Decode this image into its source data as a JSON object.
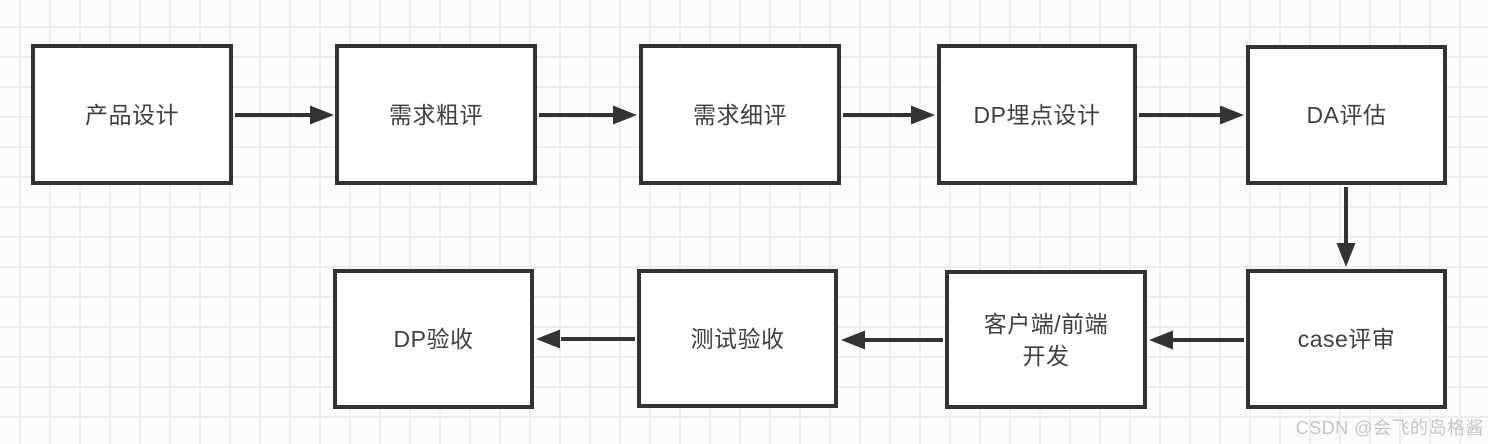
{
  "diagram": {
    "type": "flowchart",
    "nodes": [
      {
        "id": "product-design",
        "lines": [
          "产品设计"
        ]
      },
      {
        "id": "requirement-rough-review",
        "lines": [
          "需求粗评"
        ]
      },
      {
        "id": "requirement-detailed-review",
        "lines": [
          "需求细评"
        ]
      },
      {
        "id": "dp-tracking-design",
        "lines": [
          "DP埋点设计"
        ]
      },
      {
        "id": "da-evaluation",
        "lines": [
          "DA评估"
        ]
      },
      {
        "id": "case-review",
        "lines": [
          "case评审"
        ]
      },
      {
        "id": "client-frontend-dev",
        "lines": [
          "客户端/前端",
          "开发"
        ]
      },
      {
        "id": "test-acceptance",
        "lines": [
          "测试验收"
        ]
      },
      {
        "id": "dp-acceptance",
        "lines": [
          "DP验收"
        ]
      }
    ],
    "edges": [
      {
        "from": "product-design",
        "to": "requirement-rough-review",
        "direction": "right"
      },
      {
        "from": "requirement-rough-review",
        "to": "requirement-detailed-review",
        "direction": "right"
      },
      {
        "from": "requirement-detailed-review",
        "to": "dp-tracking-design",
        "direction": "right"
      },
      {
        "from": "dp-tracking-design",
        "to": "da-evaluation",
        "direction": "right"
      },
      {
        "from": "da-evaluation",
        "to": "case-review",
        "direction": "down"
      },
      {
        "from": "case-review",
        "to": "client-frontend-dev",
        "direction": "left"
      },
      {
        "from": "client-frontend-dev",
        "to": "test-acceptance",
        "direction": "left"
      },
      {
        "from": "test-acceptance",
        "to": "dp-acceptance",
        "direction": "left"
      }
    ],
    "colors": {
      "node_border": "#333333",
      "node_fill": "#ffffff",
      "node_text": "#404040",
      "arrow": "#333333",
      "grid_line": "#eeeeee",
      "canvas_background": "#fcfcfc",
      "watermark_text": "#c5c5c5"
    }
  },
  "watermark": {
    "text": "CSDN @会飞的岛格酱"
  }
}
